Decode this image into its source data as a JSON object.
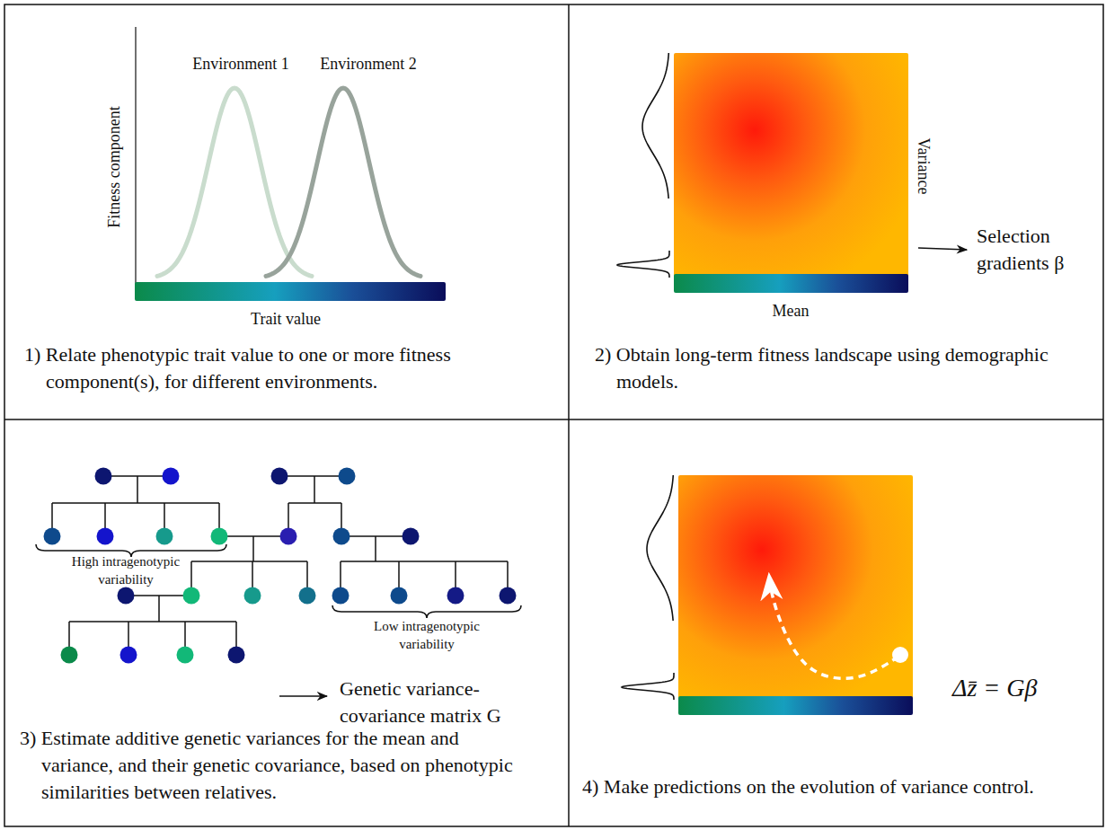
{
  "diagram": {
    "nodes": [
      {
        "text": [
          "1) Relate phenotypic trait value to one or more fitness component(s), for different environments."
        ]
      },
      {
        "text": [
          "2) Obtain long-term fitness landscape using demographic models."
        ]
      },
      {
        "text": [
          "3) Estimate additive genetic variances for the mean and variance, and their genetic covariance, based on phenotypic similarities between relatives."
        ]
      },
      {
        "text": [
          "4) Make predictions on the evolution of variance control."
        ]
      }
    ],
    "labels": [
      "Environment 1",
      "Environment 2",
      "Fitness component",
      "Trait value",
      "Variance",
      "Mean",
      "Selection gradients β",
      "High intragenotypic variability",
      "Low intragenotypic variability",
      "Genetic variance-covariance matrix G",
      "Δz̄ = Gβ"
    ]
  }
}
